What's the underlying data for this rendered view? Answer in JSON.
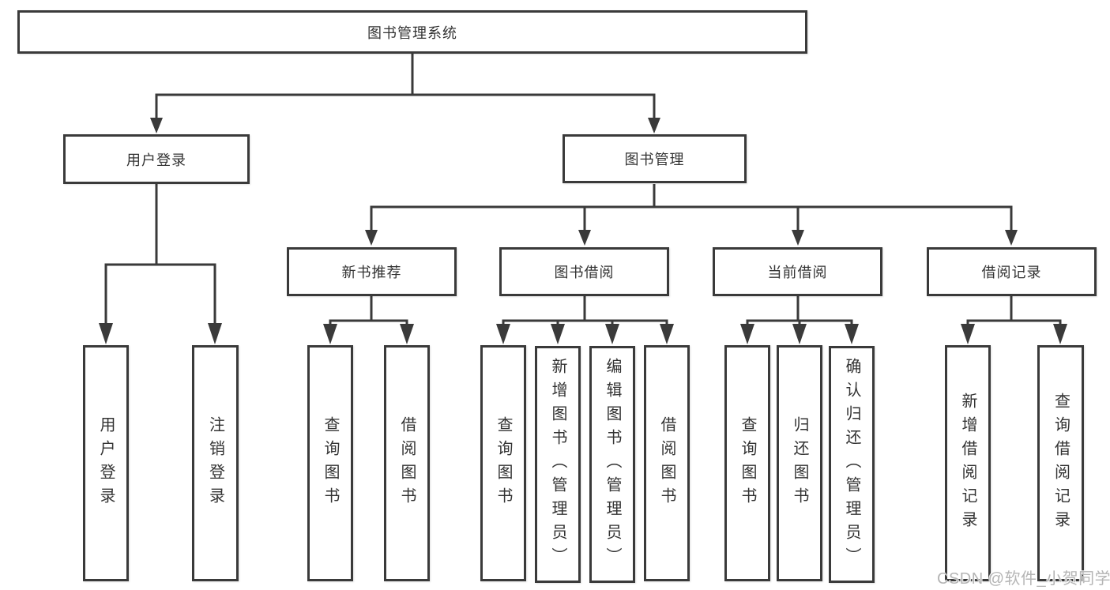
{
  "diagram": {
    "root": {
      "label": "图书管理系统"
    },
    "level2": [
      {
        "label": "用户登录"
      },
      {
        "label": "图书管理"
      }
    ],
    "level3": [
      {
        "label": "新书推荐",
        "parent": "图书管理"
      },
      {
        "label": "图书借阅",
        "parent": "图书管理"
      },
      {
        "label": "当前借阅",
        "parent": "图书管理"
      },
      {
        "label": "借阅记录",
        "parent": "图书管理"
      }
    ],
    "leaves": [
      {
        "label": "用户登录",
        "parent": "用户登录"
      },
      {
        "label": "注销登录",
        "parent": "用户登录"
      },
      {
        "label": "查询图书",
        "parent": "新书推荐"
      },
      {
        "label": "借阅图书",
        "parent": "新书推荐"
      },
      {
        "label": "查询图书",
        "parent": "图书借阅"
      },
      {
        "label": "新增图书（管理员）",
        "parent": "图书借阅"
      },
      {
        "label": "编辑图书（管理员）",
        "parent": "图书借阅"
      },
      {
        "label": "借阅图书",
        "parent": "图书借阅"
      },
      {
        "label": "查询图书",
        "parent": "当前借阅"
      },
      {
        "label": "归还图书",
        "parent": "当前借阅"
      },
      {
        "label": "确认归还（管理员）",
        "parent": "当前借阅"
      },
      {
        "label": "新增借阅记录",
        "parent": "借阅记录"
      },
      {
        "label": "查询借阅记录",
        "parent": "借阅记录"
      }
    ]
  },
  "watermark": {
    "text": "CSDN @软件_小贺同学"
  },
  "colors": {
    "line": "#3a3a3a",
    "box_border": "#3a3a3a",
    "text": "#333333",
    "watermark": "#b5b5b5",
    "background": "#ffffff"
  }
}
